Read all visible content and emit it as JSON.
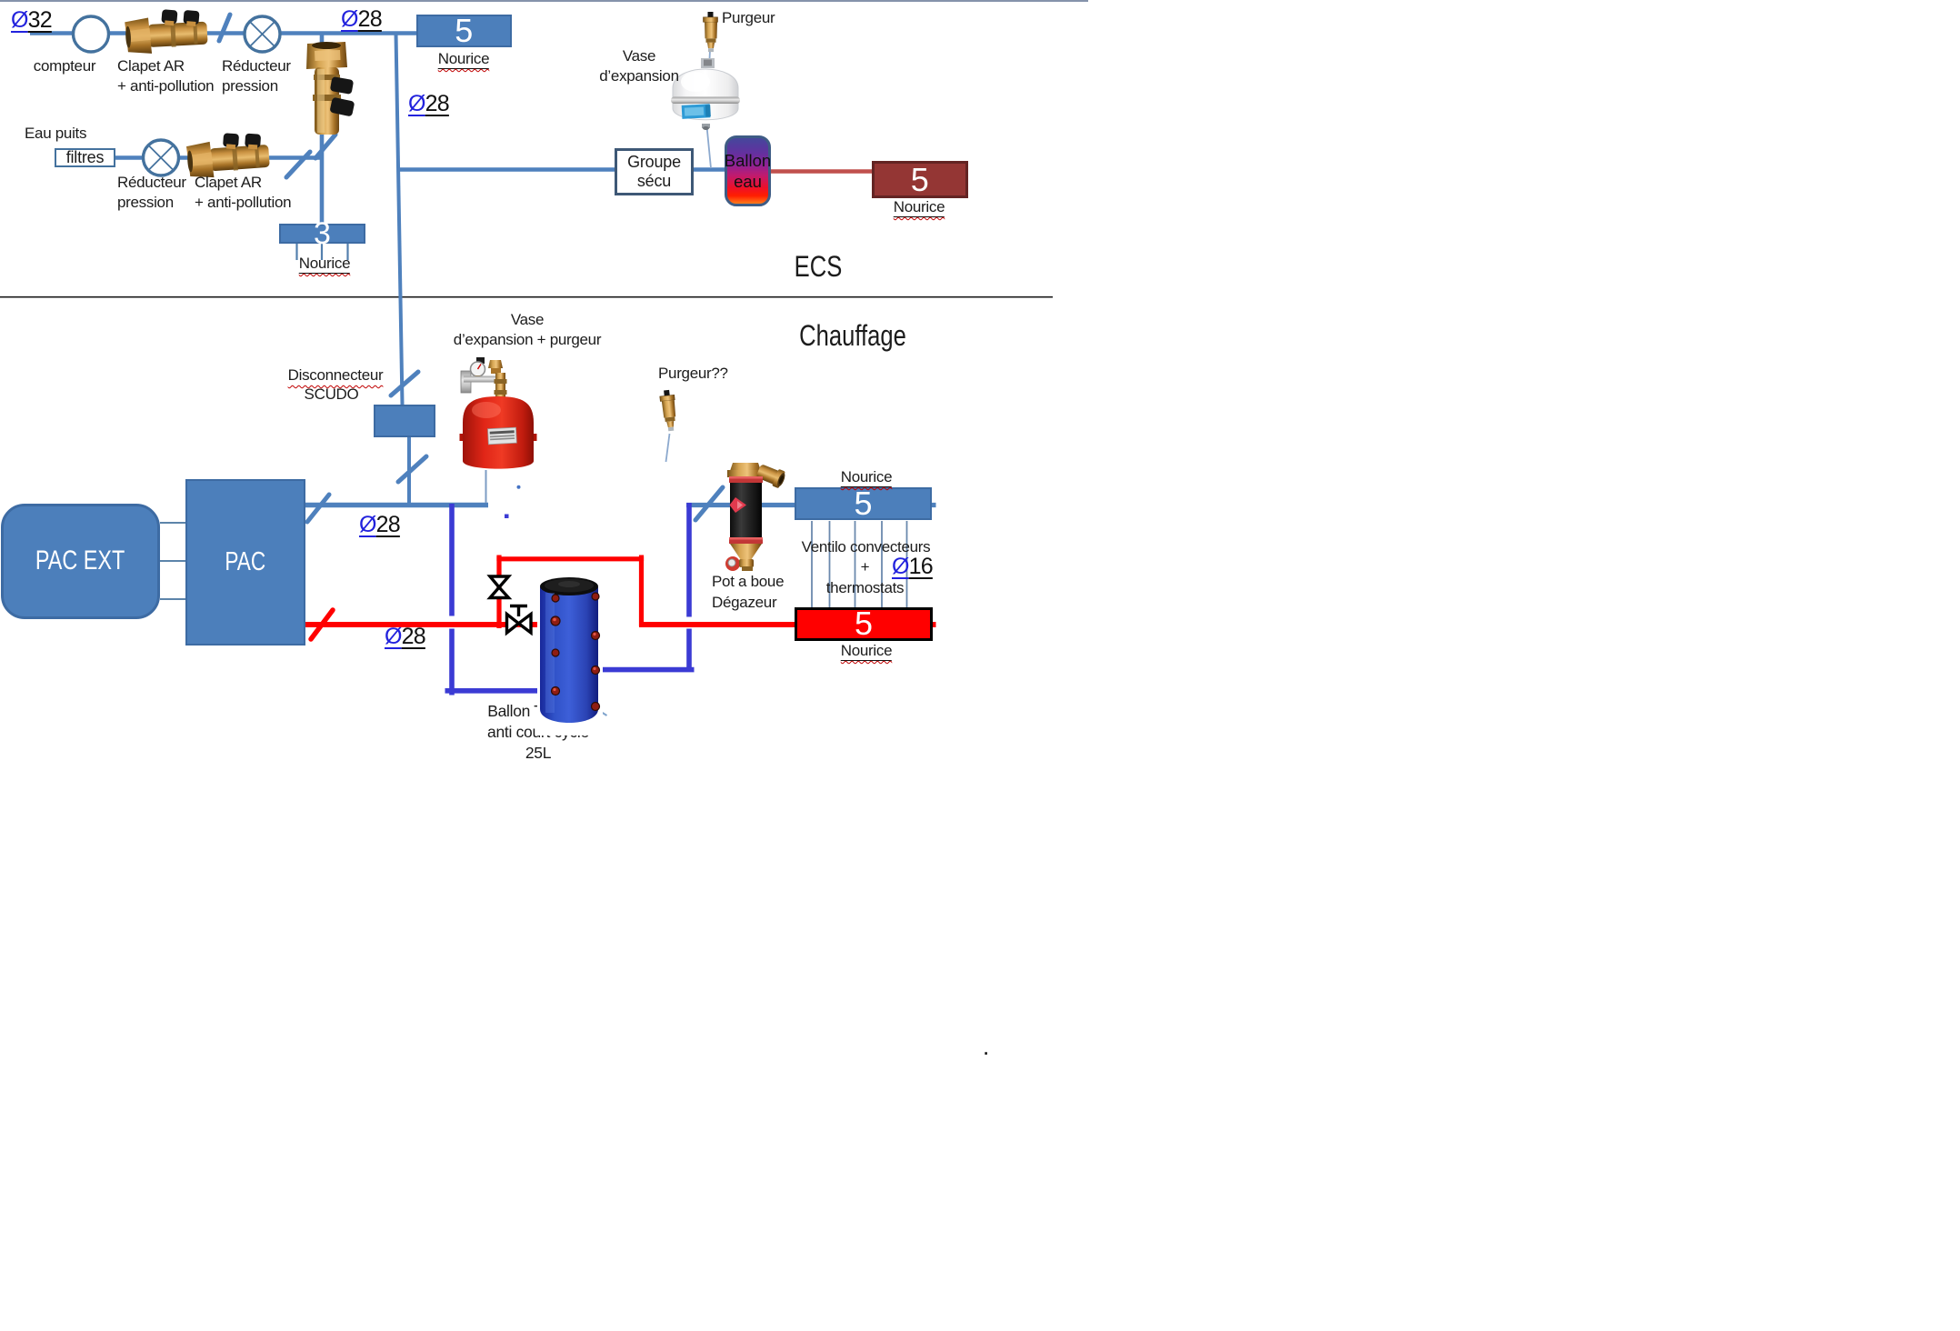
{
  "sections": {
    "ecs_label": "ECS",
    "chauffage_label": "Chauffage"
  },
  "colors": {
    "pipe_blue": "#4f81bd",
    "pipe_dark_blue": "#3b3bd4",
    "pipe_red_bright": "#ff0000",
    "pipe_red_muted": "#c0504d",
    "box_blue_fill": "#4c7fbb",
    "box_dark_red_fill": "#943634",
    "box_red_fill": "#ff0000"
  },
  "water_inlet": {
    "diameter32": {
      "symbol": "Ø",
      "value": "32"
    },
    "compteur_label": "compteur",
    "clapet_line1": "Clapet AR",
    "clapet_line2": "+ anti-pollution",
    "reducteur_line1": "Réducteur",
    "reducteur_line2": "pression",
    "diameter28_top": {
      "symbol": "Ø",
      "value": "28"
    },
    "manifold5_top": {
      "value": "5",
      "label": "Nourice"
    },
    "eau_puits_label": "Eau puits",
    "filtres_label": "filtres",
    "reducteur2_line1": "Réducteur",
    "reducteur2_line2": "pression",
    "clapet2_line1": "Clapet AR",
    "clapet2_line2": "+ anti-pollution",
    "manifold3": {
      "value": "3",
      "label": "Nourice"
    },
    "diameter28_drop": {
      "symbol": "Ø",
      "value": "28"
    }
  },
  "ecs": {
    "purgeur_label": "Purgeur",
    "vase_line1": "Vase",
    "vase_line2": "d’expansion",
    "groupe_secu_line1": "Groupe",
    "groupe_secu_line2": "sécu",
    "ballon_eau_line1": "Ballon",
    "ballon_eau_line2": "eau",
    "manifold5_ecs": {
      "value": "5",
      "label": "Nourice"
    }
  },
  "chauffage": {
    "disconnecteur_line1": "Disconnecteur",
    "disconnecteur_line2": "SCUDO",
    "vase_purgeur_line1": "Vase",
    "vase_purgeur_line2": "d’expansion + purgeur",
    "purgeur_q_label": "Purgeur??",
    "pac_ext_label": "PAC EXT",
    "pac_label": "PAC",
    "diameter28_depart": {
      "symbol": "Ø",
      "value": "28"
    },
    "diameter28_retour": {
      "symbol": "Ø",
      "value": "28"
    },
    "pot_a_boue_line1": "Pot a boue",
    "pot_a_boue_line2": "Dégazeur",
    "manifold5_depart": {
      "value": "5",
      "label": "Nourice"
    },
    "ventilo_line1": "Ventilo convecteurs",
    "ventilo_line2": "+",
    "ventilo_line3": "thermostats",
    "diameter16": {
      "symbol": "Ø",
      "value": "16"
    },
    "manifold5_retour": {
      "value": "5",
      "label": "Nourice"
    },
    "ballon_tampon_line1": "Ballon Tampon",
    "ballon_tampon_line2": "anti court cycle",
    "ballon_tampon_line3": "25L",
    "stray_dot": "."
  }
}
